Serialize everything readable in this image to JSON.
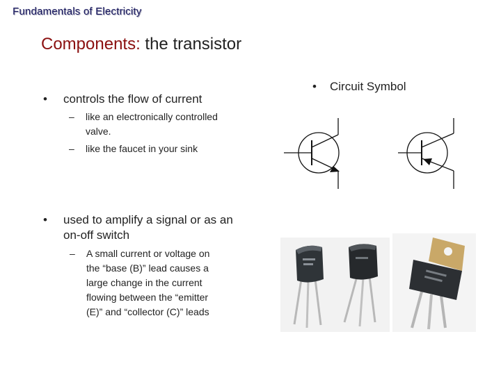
{
  "header": {
    "text": "Fundamentals of Electricity"
  },
  "slide": {
    "title_accent": "Components:",
    "title_rest": " the transistor"
  },
  "left": {
    "bullet1": "controls the flow of current",
    "sub1_line1": "like an electronically controlled",
    "sub1_line2": "valve.",
    "sub2": "like the faucet in your sink",
    "bullet2_line1": "used to amplify a signal or as an",
    "bullet2_line2": "on-off switch",
    "sub3_lines": [
      "A small current or voltage on",
      "the “base (B)” lead causes a",
      "large change in the current",
      "flowing between the “emitter",
      "(E)” and “collector (C)” leads"
    ],
    "bullet_glyph": "•",
    "dash_glyph": "–"
  },
  "right": {
    "bullet": "Circuit Symbol",
    "symbols": [
      "npn-transistor-symbol",
      "pnp-transistor-symbol"
    ],
    "photos": [
      "to92-transistors-photo",
      "to220-transistor-photo"
    ]
  }
}
